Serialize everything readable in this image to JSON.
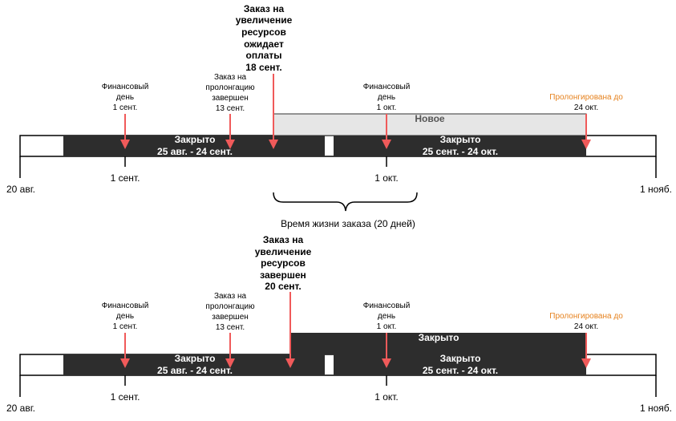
{
  "axis": {
    "start_label": "20 авг.",
    "end_label": "1 нояб.",
    "tick_sep_label": "1 сент.",
    "tick_oct_label": "1 окт."
  },
  "top": {
    "order_label": [
      "Заказ на",
      "увеличение",
      "ресурсов",
      "ожидает",
      "оплаты",
      "18 сент."
    ],
    "fin_day_sep": [
      "Финансовый",
      "день",
      "1 сент."
    ],
    "prolong_order": [
      "Заказ на",
      "пролонгацию",
      "завершен",
      "13 сент."
    ],
    "fin_day_oct": [
      "Финансовый",
      "день",
      "1 окт."
    ],
    "prolonged_to": "Пролонгирована до",
    "prolonged_date": "24 окт.",
    "new_bar_label": "Новое",
    "bar1": [
      "Закрыто",
      "25 авг. - 24 сент."
    ],
    "bar2": [
      "Закрыто",
      "25 сент. - 24 окт."
    ]
  },
  "lifetime_label": "Время жизни заказа (20 дней)",
  "bottom": {
    "order_label": [
      "Заказ на",
      "увеличение",
      "ресурсов",
      "завершен",
      "20 сент."
    ],
    "fin_day_sep": [
      "Финансовый",
      "день",
      "1 сент."
    ],
    "prolong_order": [
      "Заказ на",
      "пролонгацию",
      "завершен",
      "13 сент."
    ],
    "fin_day_oct": [
      "Финансовый",
      "день",
      "1 окт."
    ],
    "prolonged_to": "Пролонгирована до",
    "prolonged_date": "24 окт.",
    "upgraded_bar_label": "Закрыто",
    "bar1": [
      "Закрыто",
      "25 авг. - 24 сент."
    ],
    "bar2": [
      "Закрыто",
      "25 сент. - 24 окт."
    ]
  },
  "colors": {
    "dark_bar": "#2d2d2d",
    "new_bar": "#e6e6e6",
    "arrow": "#f05a5a",
    "orange_text": "#e6821e"
  }
}
